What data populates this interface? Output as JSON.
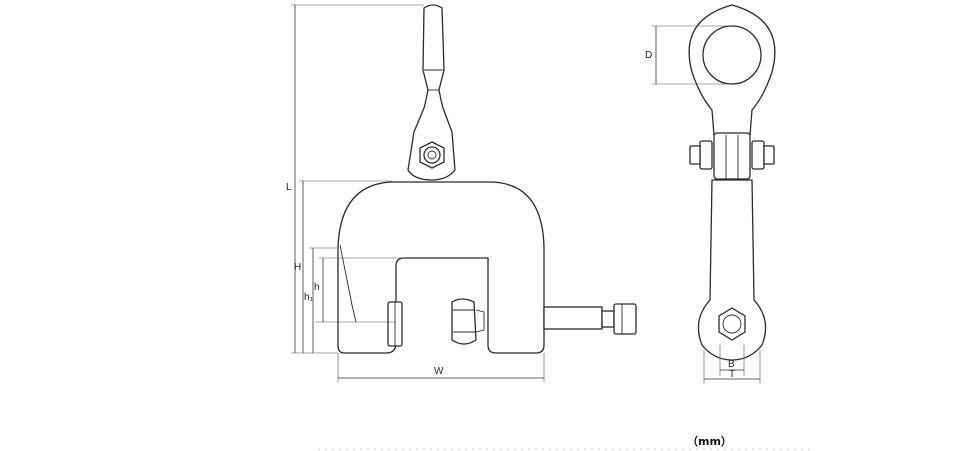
{
  "drawing": {
    "front_view": {
      "labels": {
        "L": "L",
        "H": "H",
        "h": "h",
        "h1": "h₁",
        "W": "W"
      }
    },
    "side_view": {
      "labels": {
        "D": "D",
        "B": "B",
        "T": "T"
      }
    },
    "unit_note": "（mm）"
  }
}
